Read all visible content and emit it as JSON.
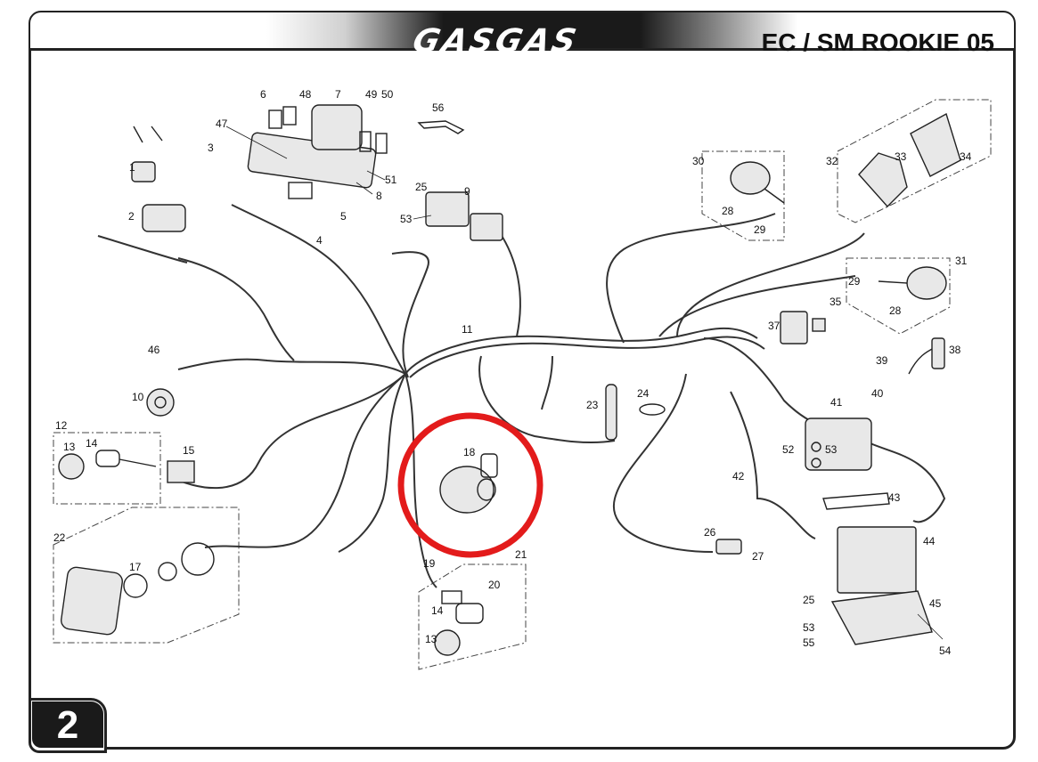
{
  "header": {
    "brand": "GASGAS",
    "model": "EC / SM ROOKIE 05"
  },
  "page_number": "2",
  "highlight_color": "#e31b1b",
  "parts": {
    "p1": "1",
    "p2": "2",
    "p3": "3",
    "p4": "4",
    "p5": "5",
    "p6": "6",
    "p7": "7",
    "p8": "8",
    "p9": "9",
    "p10": "10",
    "p11": "11",
    "p12": "12",
    "p13a": "13",
    "p13b": "13",
    "p14a": "14",
    "p14b": "14",
    "p15": "15",
    "p17": "17",
    "p18": "18",
    "p19": "19",
    "p20": "20",
    "p21": "21",
    "p22": "22",
    "p23": "23",
    "p24": "24",
    "p25a": "25",
    "p25b": "25",
    "p26": "26",
    "p27": "27",
    "p28a": "28",
    "p28b": "28",
    "p29a": "29",
    "p29b": "29",
    "p30": "30",
    "p31": "31",
    "p32": "32",
    "p33": "33",
    "p34": "34",
    "p35": "35",
    "p37": "37",
    "p38": "38",
    "p39": "39",
    "p40": "40",
    "p41": "41",
    "p42": "42",
    "p43": "43",
    "p44": "44",
    "p45": "45",
    "p46": "46",
    "p47": "47",
    "p48": "48",
    "p49": "49",
    "p50": "50",
    "p51": "51",
    "p52": "52",
    "p53a": "53",
    "p53b": "53",
    "p53c": "53",
    "p54": "54",
    "p55": "55",
    "p56": "56"
  }
}
